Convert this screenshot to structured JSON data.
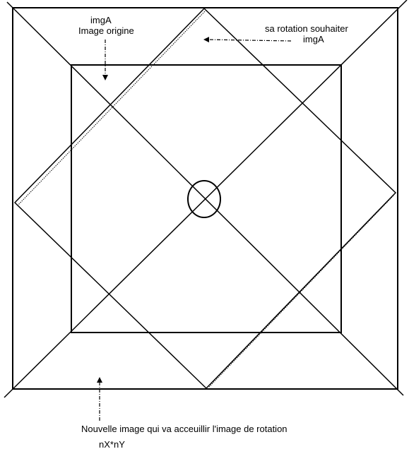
{
  "labels": {
    "original": {
      "name": "imgA",
      "caption": "Image origine"
    },
    "rotated": {
      "caption": "sa rotation souhaiter",
      "name": "imgA"
    },
    "canvas": {
      "caption": "Nouvelle image qui va acceuillir l'image de rotation",
      "size": "nX*nY"
    }
  },
  "colors": {
    "stroke": "#000000",
    "background": "#ffffff"
  }
}
